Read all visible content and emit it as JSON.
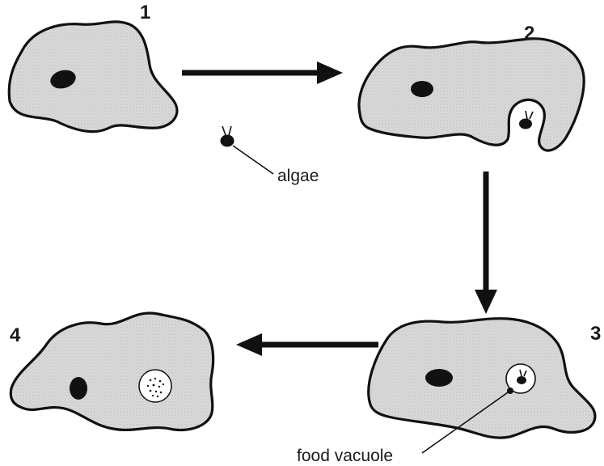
{
  "steps": [
    {
      "number": "1"
    },
    {
      "number": "2"
    },
    {
      "number": "3"
    },
    {
      "number": "4"
    }
  ],
  "labels": {
    "algae": "algae",
    "food_vacuole": "food vacuole"
  },
  "colors": {
    "cytoplasm": "#d9d9d9",
    "outline": "#111111",
    "nucleus": "#111111",
    "vacuole": "#ffffff"
  }
}
